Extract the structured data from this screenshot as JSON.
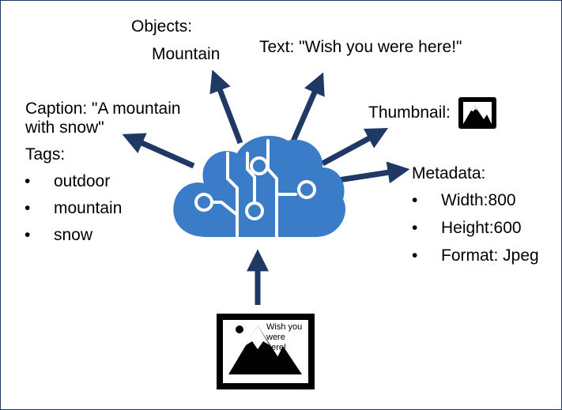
{
  "objects": {
    "label": "Objects:",
    "value": "Mountain"
  },
  "text": {
    "label": "Text: \"Wish you were here!\""
  },
  "caption": {
    "line1": "Caption: \"A mountain",
    "line2": "with snow\""
  },
  "tags": {
    "label": "Tags:",
    "items": [
      "outdoor",
      "mountain",
      "snow"
    ]
  },
  "thumbnail": {
    "label": "Thumbnail:"
  },
  "metadata": {
    "label": "Metadata:",
    "items": [
      "Width:800",
      "Height:600",
      "Format: Jpeg"
    ]
  },
  "image_text": [
    "Wish you",
    "were",
    "here!"
  ],
  "bullet_char": "•",
  "colors": {
    "arrow": "#1f3864",
    "cloud": "#3a7cc7",
    "frame": "#1f3864"
  },
  "icons": {
    "center": "ai-vision-cloud-icon",
    "thumbnail": "mountain-thumbnail-icon",
    "input": "mountain-photo-icon"
  }
}
